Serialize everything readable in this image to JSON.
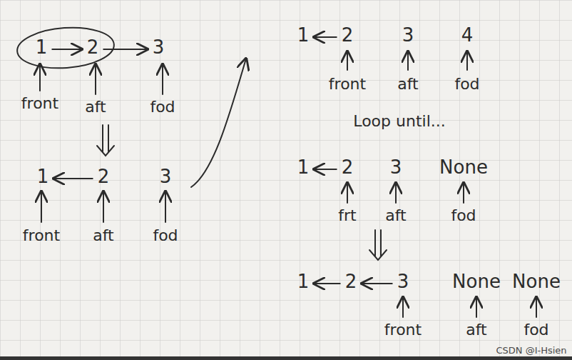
{
  "diagram": {
    "nodes": [
      {
        "text": [
          "1"
        ]
      },
      {
        "text": [
          "2"
        ]
      },
      {
        "text": [
          "3"
        ]
      },
      {
        "text": [
          "1"
        ]
      },
      {
        "text": [
          "2"
        ]
      },
      {
        "text": [
          "3"
        ]
      },
      {
        "text": [
          "1"
        ]
      },
      {
        "text": [
          "2"
        ]
      },
      {
        "text": [
          "3"
        ]
      },
      {
        "text": [
          "4"
        ]
      },
      {
        "text": [
          "1"
        ]
      },
      {
        "text": [
          "2"
        ]
      },
      {
        "text": [
          "3"
        ]
      },
      {
        "text": [
          "None"
        ]
      },
      {
        "text": [
          "1"
        ]
      },
      {
        "text": [
          "2"
        ]
      },
      {
        "text": [
          "3"
        ]
      },
      {
        "text": [
          "None"
        ]
      },
      {
        "text": [
          "None"
        ]
      }
    ],
    "edges": [
      {
        "from": 0,
        "to": 1,
        "arrow": "to"
      },
      {
        "from": 1,
        "to": 2,
        "arrow": "to"
      },
      {
        "from": 4,
        "to": 3,
        "arrow": "to"
      },
      {
        "from": 7,
        "to": 6,
        "arrow": "to"
      },
      {
        "from": 11,
        "to": 10,
        "arrow": "to"
      },
      {
        "from": 15,
        "to": 14,
        "arrow": "to"
      },
      {
        "from": 16,
        "to": 15,
        "arrow": "to"
      }
    ],
    "labels": [
      "front",
      "aft",
      "fod",
      "front",
      "aft",
      "fod",
      "front",
      "aft",
      "fod",
      "Loop until...",
      "frt",
      "aft",
      "fod",
      "front",
      "aft",
      "fod",
      "CSDN @I-Hsien"
    ]
  }
}
